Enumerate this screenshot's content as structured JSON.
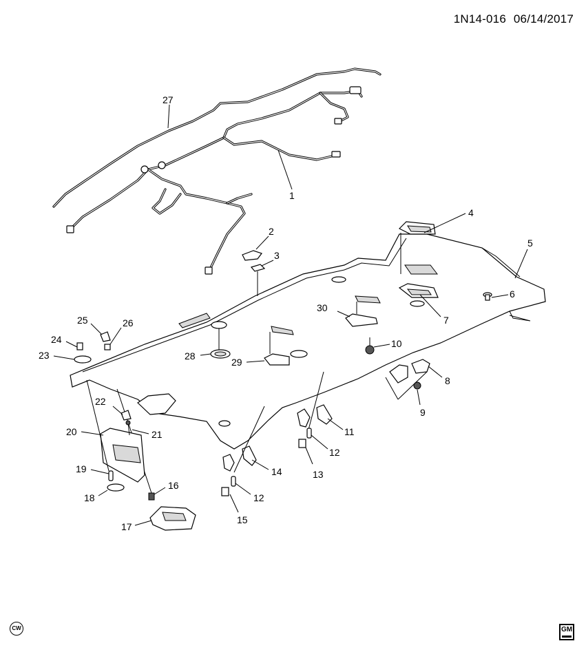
{
  "header": {
    "diagram_id": "1N14-016",
    "date": "06/14/2017"
  },
  "callouts": [
    "1",
    "2",
    "3",
    "4",
    "5",
    "6",
    "7",
    "8",
    "9",
    "10",
    "11",
    "12",
    "12",
    "13",
    "14",
    "15",
    "16",
    "17",
    "18",
    "19",
    "20",
    "21",
    "22",
    "23",
    "24",
    "25",
    "26",
    "27",
    "28",
    "29",
    "30"
  ],
  "cw_badge": "CW",
  "brand_logo": "GM"
}
